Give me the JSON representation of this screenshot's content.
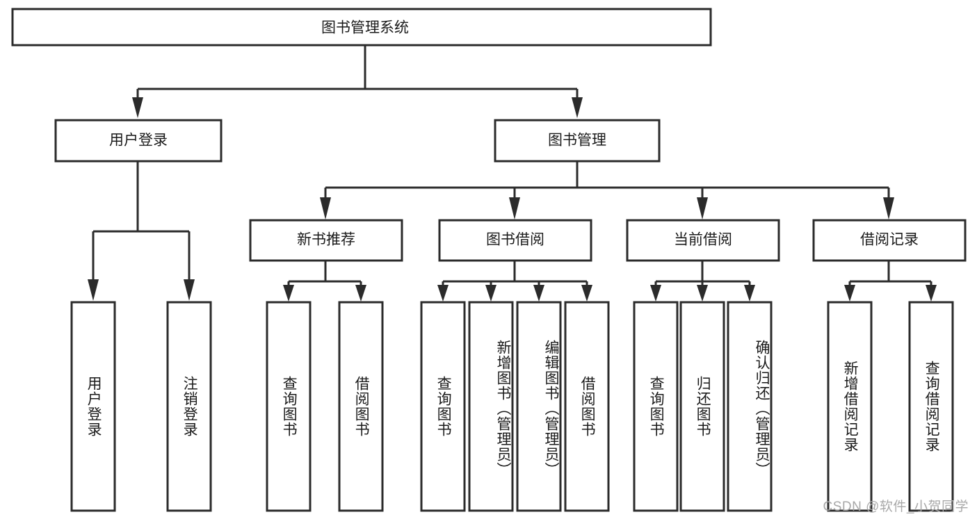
{
  "diagram": {
    "type": "tree-hierarchy-chart",
    "title": "图书管理系统",
    "orientation": "top-down",
    "colors": {
      "box_stroke": "#2b2b2b",
      "box_fill": "#ffffff",
      "connector": "#2b2b2b",
      "text": "#1a1a1a",
      "watermark": "#a8a8a8",
      "background": "#ffffff"
    },
    "root": {
      "label": "图书管理系统",
      "orientation": "horizontal"
    },
    "level2": [
      {
        "id": "user-login",
        "label": "用户登录",
        "orientation": "horizontal"
      },
      {
        "id": "book-management",
        "label": "图书管理",
        "orientation": "horizontal"
      }
    ],
    "level3": [
      {
        "id": "new-book-recommend",
        "label": "新书推荐",
        "orientation": "horizontal",
        "parent": "book-management"
      },
      {
        "id": "book-borrow",
        "label": "图书借阅",
        "orientation": "horizontal",
        "parent": "book-management"
      },
      {
        "id": "current-borrow",
        "label": "当前借阅",
        "orientation": "horizontal",
        "parent": "book-management"
      },
      {
        "id": "borrow-record",
        "label": "借阅记录",
        "orientation": "horizontal",
        "parent": "book-management"
      }
    ],
    "leaves": [
      {
        "id": "leaf-user-login",
        "label": "用户登录",
        "orientation": "vertical",
        "parent": "user-login"
      },
      {
        "id": "leaf-user-logout",
        "label": "注销登录",
        "orientation": "vertical",
        "parent": "user-login"
      },
      {
        "id": "leaf-query-book-1",
        "label": "查询图书",
        "orientation": "vertical",
        "parent": "new-book-recommend"
      },
      {
        "id": "leaf-borrow-book-1",
        "label": "借阅图书",
        "orientation": "vertical",
        "parent": "new-book-recommend"
      },
      {
        "id": "leaf-query-book-2",
        "label": "查询图书",
        "orientation": "vertical",
        "parent": "book-borrow"
      },
      {
        "id": "leaf-add-book",
        "label": "新增图书（管理员）",
        "orientation": "vertical",
        "parent": "book-borrow"
      },
      {
        "id": "leaf-edit-book",
        "label": "编辑图书（管理员）",
        "orientation": "vertical",
        "parent": "book-borrow"
      },
      {
        "id": "leaf-borrow-book-2",
        "label": "借阅图书",
        "orientation": "vertical",
        "parent": "book-borrow"
      },
      {
        "id": "leaf-query-book-3",
        "label": "查询图书",
        "orientation": "vertical",
        "parent": "current-borrow"
      },
      {
        "id": "leaf-return-book",
        "label": "归还图书",
        "orientation": "vertical",
        "parent": "current-borrow"
      },
      {
        "id": "leaf-confirm-return",
        "label": "确认归还（管理员）",
        "orientation": "vertical",
        "parent": "current-borrow"
      },
      {
        "id": "leaf-add-record",
        "label": "新增借阅记录",
        "orientation": "vertical",
        "parent": "borrow-record"
      },
      {
        "id": "leaf-query-record",
        "label": "查询借阅记录",
        "orientation": "vertical",
        "parent": "borrow-record"
      }
    ],
    "watermark": "CSDN @软件_小贺同学"
  }
}
